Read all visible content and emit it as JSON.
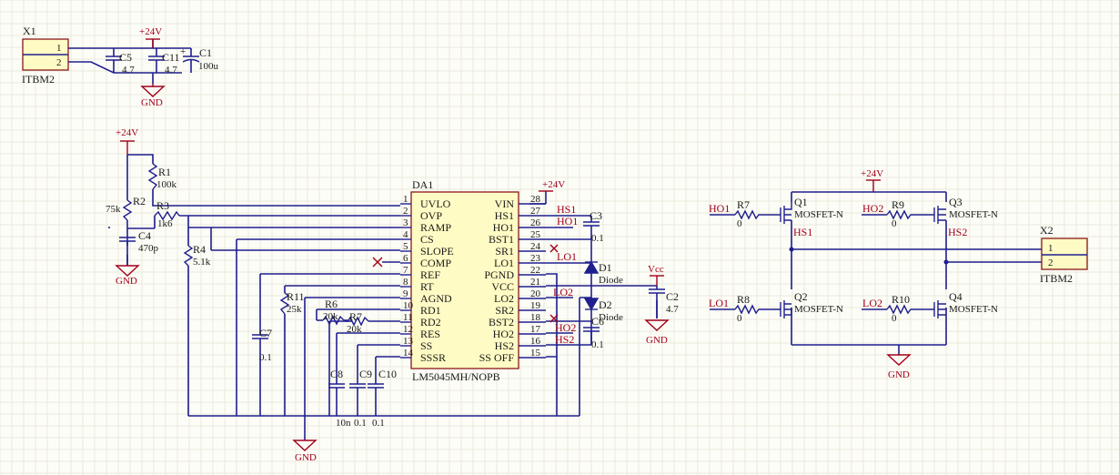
{
  "connectors": {
    "x1": {
      "ref": "X1",
      "part": "ITBM2",
      "pin1": "1",
      "pin2": "2"
    },
    "x2": {
      "ref": "X2",
      "part": "ITBM2",
      "pin1": "1",
      "pin2": "2"
    }
  },
  "capacitors": {
    "c1": {
      "ref": "C1",
      "value": "100u"
    },
    "c2": {
      "ref": "C2",
      "value": "4.7"
    },
    "c3": {
      "ref": "C3",
      "value": "0.1"
    },
    "c4": {
      "ref": "C4",
      "value": "470p"
    },
    "c5": {
      "ref": "C5",
      "value": "4.7"
    },
    "c6": {
      "ref": "C6",
      "value": "0.1"
    },
    "c7": {
      "ref": "C7",
      "value": "0.1"
    },
    "c8": {
      "ref": "C8",
      "value": "10n"
    },
    "c9": {
      "ref": "C9",
      "value": "0.1"
    },
    "c10": {
      "ref": "C10",
      "value": "0.1"
    },
    "c11": {
      "ref": "C11",
      "value": "4.7"
    }
  },
  "resistors": {
    "r1": {
      "ref": "R1",
      "value": "100k"
    },
    "r2": {
      "ref": "R2",
      "value": "75k"
    },
    "r3": {
      "ref": "R3",
      "value": "1k6"
    },
    "r4": {
      "ref": "R4",
      "value": "5.1k"
    },
    "r6": {
      "ref": "R6",
      "value": "20k"
    },
    "r7a": {
      "ref": "R7",
      "value": "20k"
    },
    "r11": {
      "ref": "R11",
      "value": "25k"
    },
    "r7b": {
      "ref": "R7",
      "value": "0"
    },
    "r8": {
      "ref": "R8",
      "value": "0"
    },
    "r9": {
      "ref": "R9",
      "value": "0"
    },
    "r10": {
      "ref": "R10",
      "value": "0"
    }
  },
  "diodes": {
    "d1": {
      "ref": "D1",
      "value": "Diode"
    },
    "d2": {
      "ref": "D2",
      "value": "Diode"
    }
  },
  "mosfets": {
    "q1": {
      "ref": "Q1",
      "value": "MOSFET-N"
    },
    "q2": {
      "ref": "Q2",
      "value": "MOSFET-N"
    },
    "q3": {
      "ref": "Q3",
      "value": "MOSFET-N"
    },
    "q4": {
      "ref": "Q4",
      "value": "MOSFET-N"
    }
  },
  "ic": {
    "ref": "DA1",
    "part": "LM5045MH/NOPB",
    "left_pins": [
      {
        "num": "1",
        "name": "UVLO"
      },
      {
        "num": "2",
        "name": "OVP"
      },
      {
        "num": "3",
        "name": "RAMP"
      },
      {
        "num": "4",
        "name": "CS"
      },
      {
        "num": "5",
        "name": "SLOPE"
      },
      {
        "num": "6",
        "name": "COMP"
      },
      {
        "num": "7",
        "name": "REF"
      },
      {
        "num": "8",
        "name": "RT"
      },
      {
        "num": "9",
        "name": "AGND"
      },
      {
        "num": "10",
        "name": "RD1"
      },
      {
        "num": "11",
        "name": "RD2"
      },
      {
        "num": "12",
        "name": "RES"
      },
      {
        "num": "13",
        "name": "SS"
      },
      {
        "num": "14",
        "name": "SSSR"
      }
    ],
    "right_pins": [
      {
        "num": "28",
        "name": "VIN"
      },
      {
        "num": "27",
        "name": "HS1"
      },
      {
        "num": "26",
        "name": "HO1"
      },
      {
        "num": "25",
        "name": "BST1"
      },
      {
        "num": "24",
        "name": "SR1"
      },
      {
        "num": "23",
        "name": "LO1"
      },
      {
        "num": "22",
        "name": "PGND"
      },
      {
        "num": "21",
        "name": "VCC"
      },
      {
        "num": "20",
        "name": "LO2"
      },
      {
        "num": "19",
        "name": "SR2"
      },
      {
        "num": "18",
        "name": "BST2"
      },
      {
        "num": "17",
        "name": "HO2"
      },
      {
        "num": "16",
        "name": "HS2"
      },
      {
        "num": "15",
        "name": "SS OFF"
      }
    ]
  },
  "power": {
    "v24": "+24V",
    "gnd": "GND",
    "vcc": "Vcc"
  },
  "nets": {
    "hs1": "HS1",
    "ho1": "HO1",
    "lo1": "LO1",
    "lo2": "LO2",
    "ho2": "HO2",
    "hs2": "HS2"
  }
}
